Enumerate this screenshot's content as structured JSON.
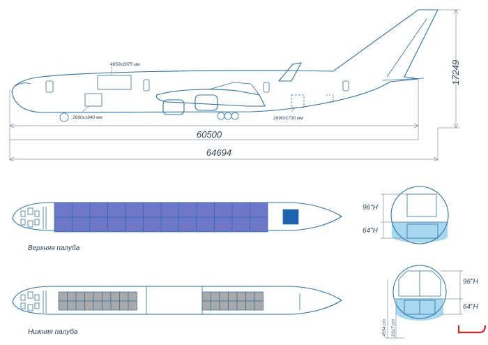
{
  "side_view": {
    "door_top_label": "4850x2875 мм",
    "door_front_label": "2690x1840 мм",
    "door_rear_label": "2690x1730 мм",
    "height_label": "17249",
    "fuselage_length_label": "60500",
    "total_length_label": "64694"
  },
  "upper_deck": {
    "caption": "Верхняя палуба",
    "pallet_color": "#6f78c8",
    "highlight_color": "#1e63b0"
  },
  "lower_deck": {
    "caption": "Нижняя палуба",
    "container_color": "#a9a9a9"
  },
  "cross_section_upper": {
    "label_96": "96\"H",
    "label_64": "64\"H"
  },
  "cross_section_lower": {
    "label_96": "96\"H",
    "label_64": "64\"H",
    "dim_4554": "4554 cm",
    "dim_2317": "2317 cm"
  },
  "colors": {
    "line": "#2a6fa6",
    "belly": "#a8d8f0",
    "mark": "#e02020"
  }
}
